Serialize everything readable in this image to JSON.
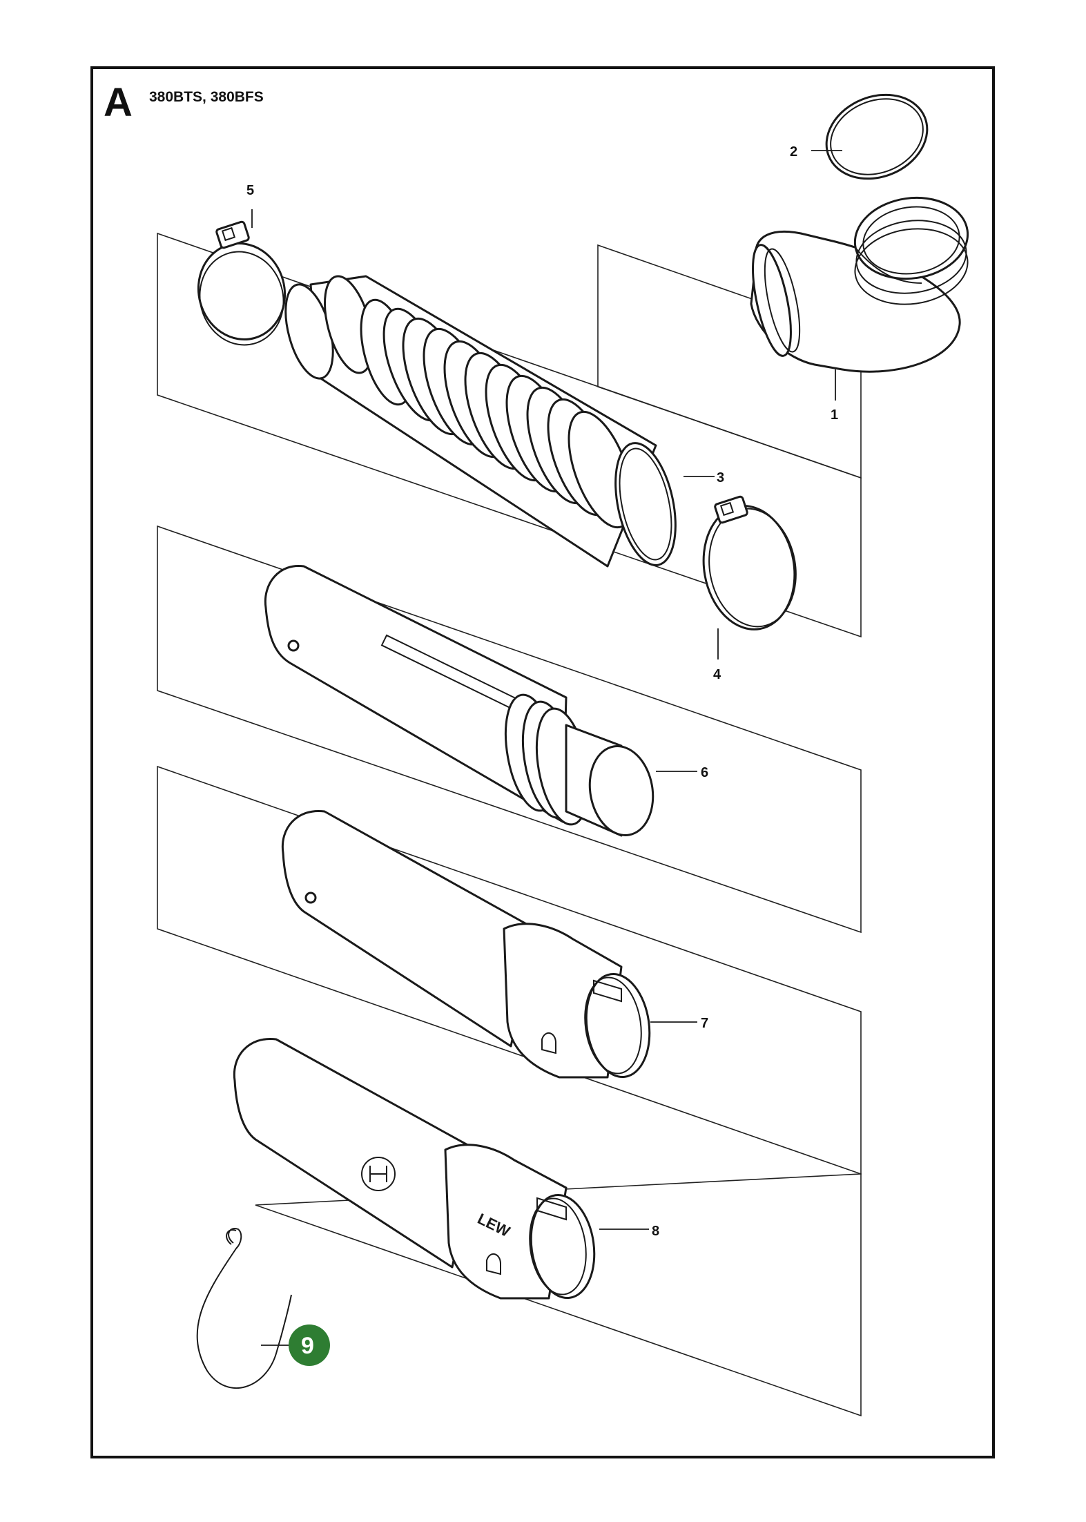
{
  "section": {
    "letter": "A",
    "models": "380BTS, 380BFS"
  },
  "parts": [
    {
      "ref": "1",
      "name": "elbow"
    },
    {
      "ref": "2",
      "name": "o-ring"
    },
    {
      "ref": "3",
      "name": "flexible-hose"
    },
    {
      "ref": "4",
      "name": "hose-clamp"
    },
    {
      "ref": "5",
      "name": "hose-clamp"
    },
    {
      "ref": "6",
      "name": "upper-pipe"
    },
    {
      "ref": "7",
      "name": "middle-pipe"
    },
    {
      "ref": "8",
      "name": "lower-pipe"
    },
    {
      "ref": "9",
      "name": "retaining-spring",
      "highlighted": true
    }
  ],
  "pipe_marking": "LEW",
  "colors": {
    "frame": "#111111",
    "line": "#1a1a1a",
    "highlight_badge": "#2e7d32",
    "badge_text": "#ffffff"
  }
}
